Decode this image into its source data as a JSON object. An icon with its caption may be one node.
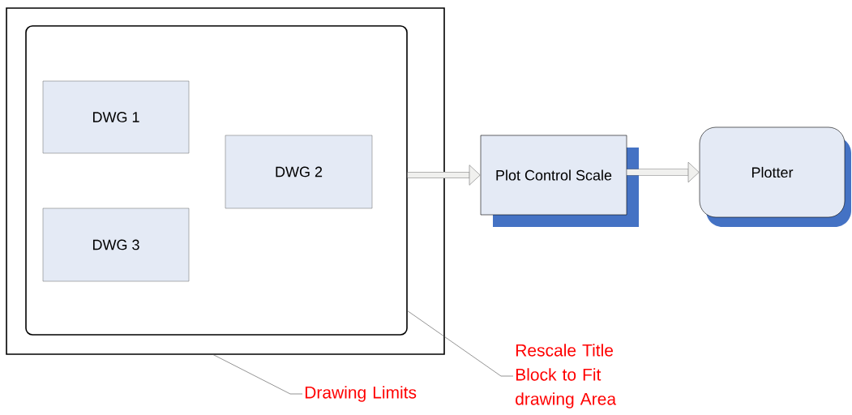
{
  "diagram": {
    "nodes": [
      {
        "text": [],
        "shape": "box"
      },
      {
        "text": [],
        "shape": "box",
        "in": 0
      },
      {
        "text": [
          "DWG 1"
        ],
        "in": 1
      },
      {
        "text": [
          "DWG 2"
        ],
        "in": 1
      },
      {
        "text": [
          "DWG 3"
        ],
        "in": 1
      },
      {
        "text": [
          "Plot Control Scale"
        ]
      },
      {
        "text": [
          "Plotter"
        ]
      },
      {
        "text": [
          "Drawing Limits"
        ]
      },
      {
        "text": [
          "Rescale Title Block to Fit drawing Area"
        ]
      }
    ],
    "edges": [
      {
        "from": 1,
        "to": 5,
        "arrow": "to",
        "style": "thick"
      },
      {
        "from": 5,
        "to": 6,
        "arrow": "to",
        "style": "thick"
      },
      {
        "from": 7,
        "to": 0,
        "arrow": "none"
      },
      {
        "from": 8,
        "to": 1,
        "arrow": "none"
      }
    ]
  }
}
